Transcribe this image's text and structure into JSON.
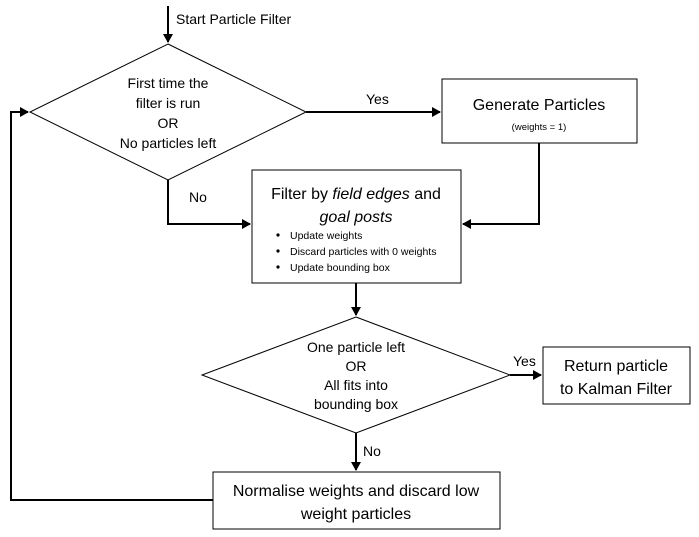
{
  "start": {
    "label": "Start Particle Filter"
  },
  "decision_first": {
    "lines": [
      "First time the",
      "filter is run",
      "OR",
      "No particles left"
    ],
    "yes_label": "Yes",
    "no_label": "No"
  },
  "generate": {
    "title": "Generate Particles",
    "note": "(weights = 1)"
  },
  "filter": {
    "title_prefix": "Filter by ",
    "title_em1": "field edges",
    "title_mid": " and",
    "title_em2": "goal posts",
    "bullets": [
      "Update weights",
      "Discard particles with 0 weights",
      "Update bounding box"
    ]
  },
  "decision_second": {
    "lines": [
      "One particle left",
      "OR",
      "All fits into",
      "bounding box"
    ],
    "yes_label": "Yes",
    "no_label": "No"
  },
  "return": {
    "lines": [
      "Return particle",
      "to Kalman Filter"
    ]
  },
  "normalise": {
    "lines": [
      "Normalise weights and discard low",
      "weight particles"
    ]
  }
}
